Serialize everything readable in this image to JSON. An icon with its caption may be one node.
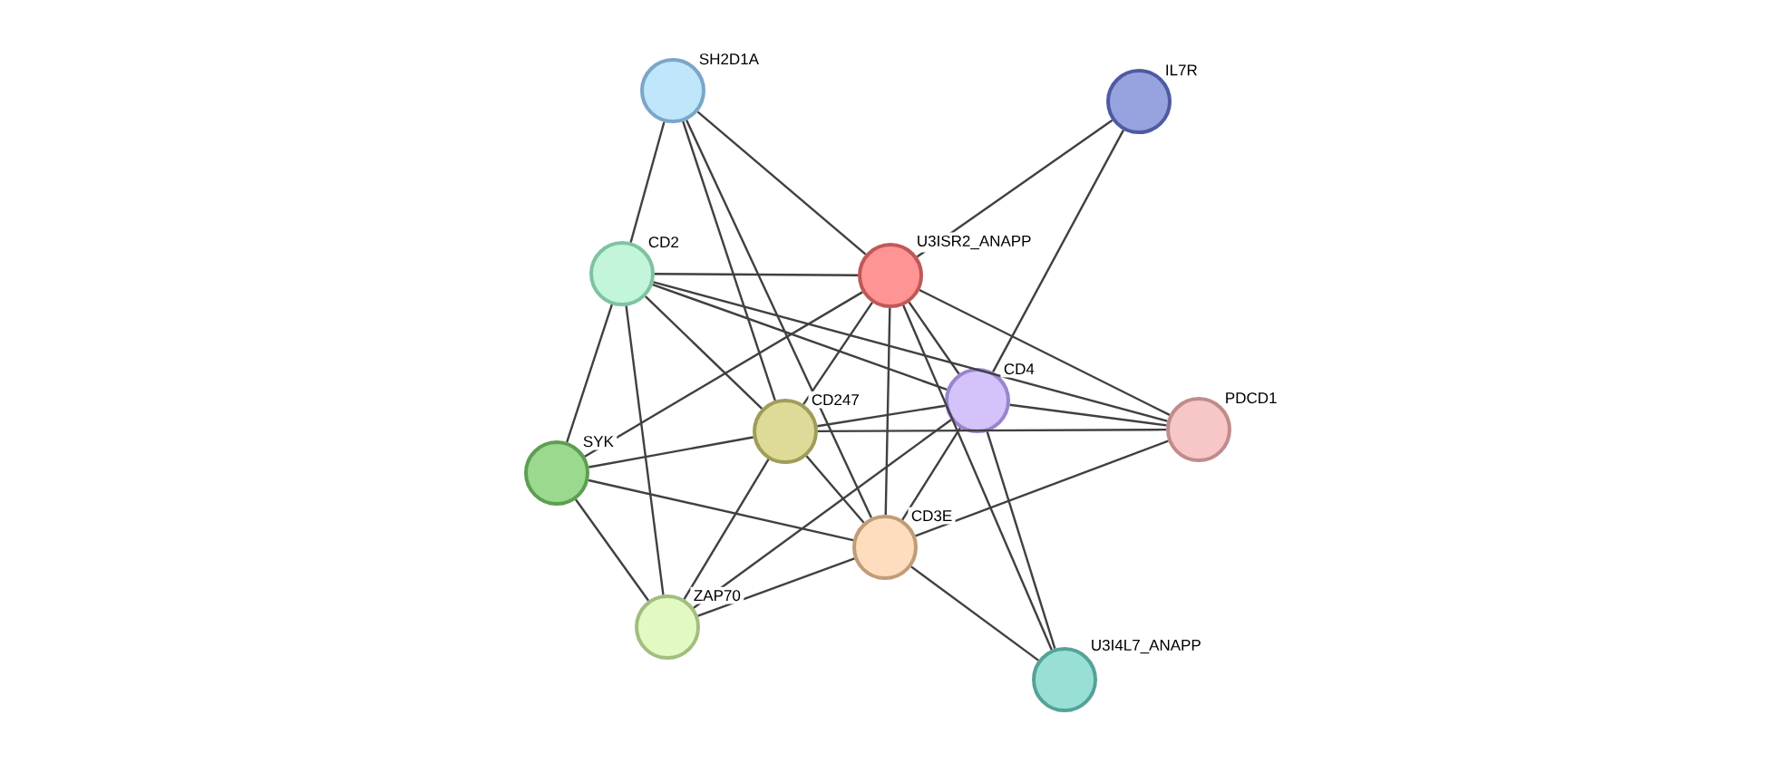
{
  "diagram": {
    "nodes": [
      {
        "text": [
          "SH2D1A"
        ]
      },
      {
        "text": [
          "IL7R"
        ]
      },
      {
        "text": [
          "CD2"
        ]
      },
      {
        "text": [
          "U3ISR2_ANAPP"
        ]
      },
      {
        "text": [
          "CD4"
        ]
      },
      {
        "text": [
          "PDCD1"
        ]
      },
      {
        "text": [
          "CD247"
        ]
      },
      {
        "text": [
          "SYK"
        ]
      },
      {
        "text": [
          "CD3E"
        ]
      },
      {
        "text": [
          "ZAP70"
        ]
      },
      {
        "text": [
          "U3I4L7_ANAPP"
        ]
      }
    ],
    "edges": [
      {
        "from": 0,
        "to": 2,
        "arrow": "none"
      },
      {
        "from": 0,
        "to": 3,
        "arrow": "none"
      },
      {
        "from": 0,
        "to": 6,
        "arrow": "none"
      },
      {
        "from": 0,
        "to": 8,
        "arrow": "none"
      },
      {
        "from": 1,
        "to": 3,
        "arrow": "none"
      },
      {
        "from": 1,
        "to": 4,
        "arrow": "none"
      },
      {
        "from": 2,
        "to": 3,
        "arrow": "none"
      },
      {
        "from": 2,
        "to": 4,
        "arrow": "none"
      },
      {
        "from": 2,
        "to": 5,
        "arrow": "none"
      },
      {
        "from": 2,
        "to": 6,
        "arrow": "none"
      },
      {
        "from": 2,
        "to": 7,
        "arrow": "none"
      },
      {
        "from": 2,
        "to": 9,
        "arrow": "none"
      },
      {
        "from": 3,
        "to": 4,
        "arrow": "none"
      },
      {
        "from": 3,
        "to": 5,
        "arrow": "none"
      },
      {
        "from": 3,
        "to": 6,
        "arrow": "none"
      },
      {
        "from": 3,
        "to": 7,
        "arrow": "none"
      },
      {
        "from": 3,
        "to": 8,
        "arrow": "none"
      },
      {
        "from": 3,
        "to": 10,
        "arrow": "none"
      },
      {
        "from": 4,
        "to": 5,
        "arrow": "none"
      },
      {
        "from": 4,
        "to": 6,
        "arrow": "none"
      },
      {
        "from": 4,
        "to": 8,
        "arrow": "none"
      },
      {
        "from": 4,
        "to": 9,
        "arrow": "none"
      },
      {
        "from": 4,
        "to": 10,
        "arrow": "none"
      },
      {
        "from": 5,
        "to": 6,
        "arrow": "none"
      },
      {
        "from": 5,
        "to": 8,
        "arrow": "none"
      },
      {
        "from": 6,
        "to": 7,
        "arrow": "none"
      },
      {
        "from": 6,
        "to": 8,
        "arrow": "none"
      },
      {
        "from": 6,
        "to": 9,
        "arrow": "none"
      },
      {
        "from": 7,
        "to": 8,
        "arrow": "none"
      },
      {
        "from": 7,
        "to": 9,
        "arrow": "none"
      },
      {
        "from": 8,
        "to": 9,
        "arrow": "none"
      },
      {
        "from": 8,
        "to": 10,
        "arrow": "none"
      }
    ]
  }
}
